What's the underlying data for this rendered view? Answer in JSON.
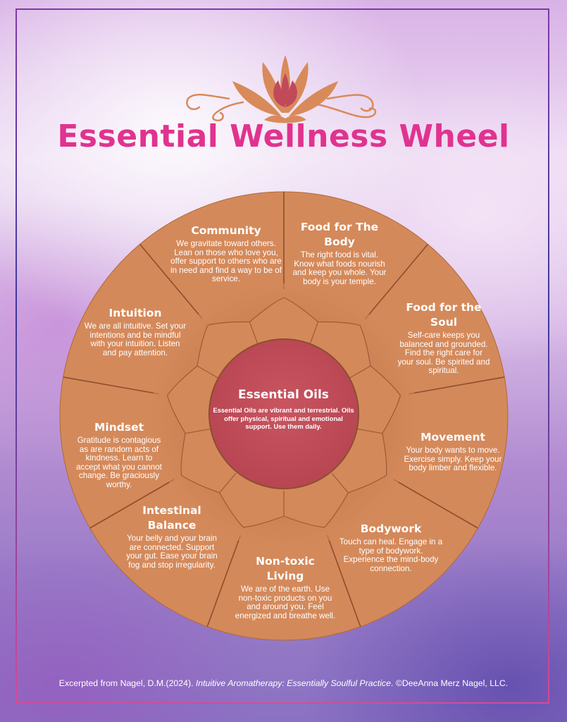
{
  "title": "Essential Wellness Wheel",
  "colors": {
    "title": "#e0338f",
    "wheel": "#d4895a",
    "center": "#c0505c",
    "lotus_outer": "#d98a5a",
    "lotus_inner": "#c04a5a"
  },
  "center": {
    "title": "Essential Oils",
    "text": "Essential Oils are vibrant and terrestrial. Oils offer physical, spiritual and emotional support. Use them daily."
  },
  "segments": [
    {
      "title": "Community",
      "text": "We gravitate toward others. Lean on those who love you, offer support to others who are in need and find a way to be of service."
    },
    {
      "title": "Food for The Body",
      "text": "The right food is vital. Know what foods nourish and keep you whole. Your body is your temple."
    },
    {
      "title": "Food for the Soul",
      "text": "Self-care keeps you balanced and grounded. Find the right care for your soul. Be spirited and spiritual."
    },
    {
      "title": "Movement",
      "text": "Your body wants to move. Exercise simply. Keep your body limber and flexible."
    },
    {
      "title": "Bodywork",
      "text": "Touch can heal. Engage in a type of bodywork. Experience the mind-body connection."
    },
    {
      "title": "Non-toxic Living",
      "text": "We are of the earth. Use non-toxic products on you and around you. Feel energized and breathe well."
    },
    {
      "title": "Intestinal Balance",
      "text": "Your belly and your brain are connected. Support your gut. Ease your brain fog and stop irregularity."
    },
    {
      "title": "Mindset",
      "text": "Gratitude is contagious as are random acts of kindness. Learn to accept what you cannot change. Be graciously worthy."
    },
    {
      "title": "Intuition",
      "text": "We are all intuitive. Set your intentions and be mindful with your intuition. Listen and pay attention."
    }
  ],
  "footer": {
    "prefix": "Excerpted from Nagel, D.M.(2024). ",
    "book": "Intuitive Aromatherapy: Essentially Soulful Practice",
    "suffix": ". ©DeeAnna Merz Nagel, LLC."
  }
}
